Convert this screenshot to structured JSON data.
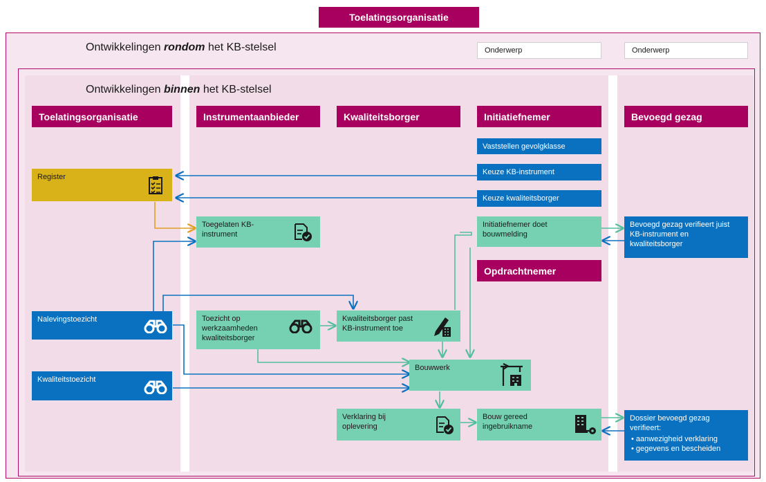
{
  "header": {
    "title": "Toelatingsorganisatie"
  },
  "outer": {
    "title_pre": "Ontwikkelingen ",
    "title_em": "rondom",
    "title_post": " het KB-stelsel",
    "topics": [
      "Onderwerp",
      "Onderwerp"
    ]
  },
  "inner": {
    "title_pre": "Ontwikkelingen ",
    "title_em": "binnen",
    "title_post": " het KB-stelsel"
  },
  "columns": [
    "Toelatingsorganisatie",
    "Instrumentaanbieder",
    "Kwaliteitsborger",
    "Initiatiefnemer",
    "Bevoegd gezag"
  ],
  "opdrachtnemer": "Opdrachtnemer",
  "boxes": {
    "register": "Register",
    "nalevingstoezicht": "Nalevingstoezicht",
    "kwaliteitstoezicht": "Kwaliteitstoezicht",
    "toegelaten": "Toegelaten KB-instrument",
    "toezicht": "Toezicht op werkzaamheden kwaliteitsborger",
    "verklaring": "Verklaring bij oplevering",
    "past_toe": "Kwaliteitsborger past KB-instrument toe",
    "bouwwerk": "Bouwwerk",
    "vaststellen": "Vaststellen gevolgklasse",
    "keuze_kb": "Keuze KB-instrument",
    "keuze_borger": "Keuze kwaliteitsborger",
    "bouwmelding": "Initiatiefnemer doet bouwmelding",
    "gereed": "Bouw gereed ingebruikname",
    "verifieert": "Bevoegd gezag verifieert juist KB-instrument en kwaliteitsborger",
    "dossier_title": "Dossier bevoegd gezag verifieert:",
    "dossier_items": [
      "aanwezigheid verklaring",
      "gegevens en bescheiden"
    ]
  },
  "icons": [
    "clipboard-checklist-icon",
    "document-check-icon",
    "binoculars-icon",
    "pen-building-icon",
    "crane-building-icon",
    "building-key-icon"
  ],
  "colors": {
    "magenta": "#a8005e",
    "blue": "#0a71c0",
    "green": "#76d1b2",
    "yellow": "#d9b21a"
  }
}
